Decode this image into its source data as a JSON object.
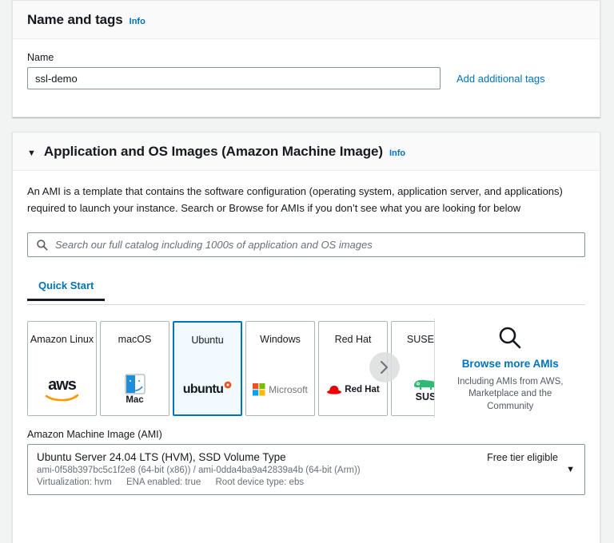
{
  "colors": {
    "link": "#0073bb",
    "page_bg": "#f2f3f3",
    "card_header_bg": "#fafafa",
    "selected_tile_bg": "#f1faff",
    "selected_tile_border": "#0073bb",
    "muted_text": "#687078"
  },
  "name_and_tags": {
    "title": "Name and tags",
    "info_label": "Info",
    "name_field_label": "Name",
    "name_value": "ssl-demo",
    "name_placeholder": "",
    "add_tags_label": "Add additional tags"
  },
  "ami_section": {
    "title": "Application and OS Images (Amazon Machine Image)",
    "info_label": "Info",
    "collapse_caret": "▼",
    "description": "An AMI is a template that contains the software configuration (operating system, application server, and applications) required to launch your instance. Search or Browse for AMIs if you don’t see what you are looking for below",
    "search_placeholder": "Search our full catalog including 1000s of application and OS images",
    "search_value": "",
    "tabs": [
      {
        "label": "Quick Start",
        "active": true
      }
    ],
    "os_tiles": [
      {
        "name": "Amazon Linux",
        "logo": "aws-logo",
        "logo_text": "aws",
        "selected": false
      },
      {
        "name": "macOS",
        "logo": "mac-logo",
        "logo_text": "Mac",
        "selected": false
      },
      {
        "name": "Ubuntu",
        "logo": "ubuntu-logo",
        "logo_text": "ubuntu",
        "selected": true
      },
      {
        "name": "Windows",
        "logo": "microsoft-logo",
        "logo_text": "Microsoft",
        "selected": false
      },
      {
        "name": "Red Hat",
        "logo": "redhat-logo",
        "logo_text": "Red Hat",
        "selected": false
      },
      {
        "name": "SUSE Li",
        "logo": "suse-logo",
        "logo_text": "SUS",
        "selected": false
      }
    ],
    "carousel_next_icon": "chevron-right-icon",
    "browse": {
      "icon": "search-icon",
      "link_label": "Browse more AMIs",
      "sub_label": "Including AMIs from AWS, Marketplace and the Community"
    },
    "ami_select": {
      "label": "Amazon Machine Image (AMI)",
      "title": "Ubuntu Server 24.04 LTS (HVM), SSD Volume Type",
      "ids": "ami-0f58b397bc5c1f2e8 (64-bit (x86)) / ami-0dda4ba9a42839a4b (64-bit (Arm))",
      "meta": [
        "Virtualization: hvm",
        "ENA enabled: true",
        "Root device type: ebs"
      ],
      "badge": "Free tier eligible",
      "caret": "▼"
    }
  }
}
